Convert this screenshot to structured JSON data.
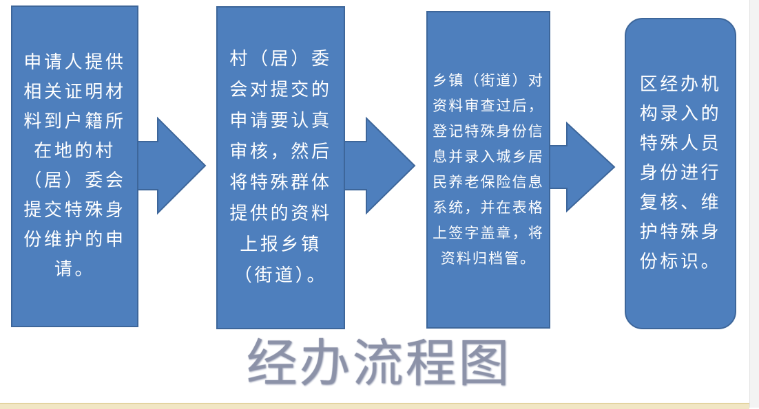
{
  "steps": [
    "申请人提供相关证明材料到户籍所在地的村（居）委会提交特殊身份维护的申请。",
    "村（居）委会对提交的申请要认真审核，然后将特殊群体提供的资料上报乡镇（街道）。",
    "乡镇（街道）对资料审查过后，登记特殊身份信息并录入城乡居民养老保险信息系统，并在表格上签字盖章，将资料归档管。",
    "区经办机构录入的特殊人员身份进行复核、维护特殊身份标识。"
  ],
  "title": "经办流程图",
  "colors": {
    "box_fill": "#4e7fbd",
    "box_border": "#3d669a",
    "text": "#ffffff",
    "title_gradient_top": "#6f7590",
    "title_gradient_bottom": "#f3f4f8"
  }
}
